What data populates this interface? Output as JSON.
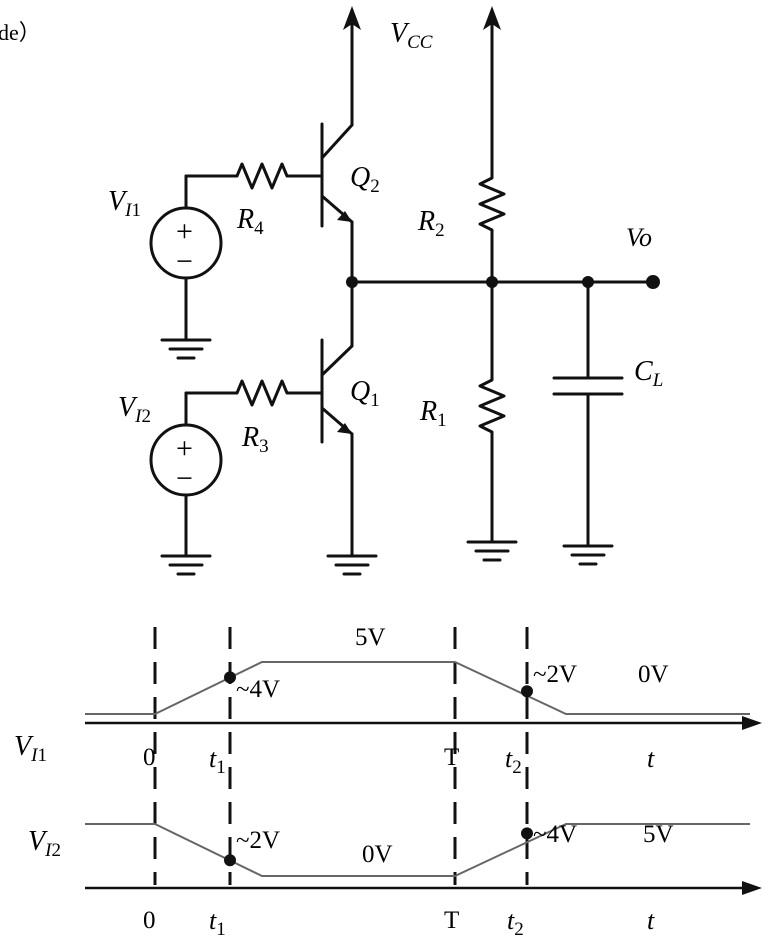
{
  "caption_fragment": "de）",
  "components": {
    "vcc": {
      "main": "V",
      "sub": "CC"
    },
    "vo": "Vo",
    "q2": {
      "main": "Q",
      "sub": "2"
    },
    "q1": {
      "main": "Q",
      "sub": "1"
    },
    "r4": {
      "main": "R",
      "sub": "4"
    },
    "r3": {
      "main": "R",
      "sub": "3"
    },
    "r2": {
      "main": "R",
      "sub": "2"
    },
    "r1": {
      "main": "R",
      "sub": "1"
    },
    "cl": {
      "main": "C",
      "sub": "L"
    },
    "vi1": {
      "main": "V",
      "sub_i": "I",
      "sub": "1"
    },
    "vi2": {
      "main": "V",
      "sub_i": "I",
      "sub": "2"
    },
    "source_plus": "+",
    "source_minus": "−"
  },
  "waveforms": {
    "vi1": {
      "tick_zero": "0",
      "tick_t1": {
        "main": "t",
        "sub": "1"
      },
      "tick_T": "T",
      "tick_t2": {
        "main": "t",
        "sub": "2"
      },
      "axis_t": "t",
      "high_label": "5V",
      "low_label": "0V",
      "t1_label": "~4V",
      "t2_label": "~2V",
      "levels": {
        "start": 0,
        "t1": 4,
        "high": 5,
        "t2": 2,
        "end": 0
      }
    },
    "vi2": {
      "tick_zero": "0",
      "tick_t1": {
        "main": "t",
        "sub": "1"
      },
      "tick_T": "T",
      "tick_t2": {
        "main": "t",
        "sub": "2"
      },
      "axis_t": "t",
      "high_label": "5V",
      "low_label": "0V",
      "t1_label": "~2V",
      "t2_label": "~4V",
      "levels": {
        "start": 5,
        "t1": 2,
        "low": 0,
        "t2": 4,
        "end": 5
      }
    }
  }
}
